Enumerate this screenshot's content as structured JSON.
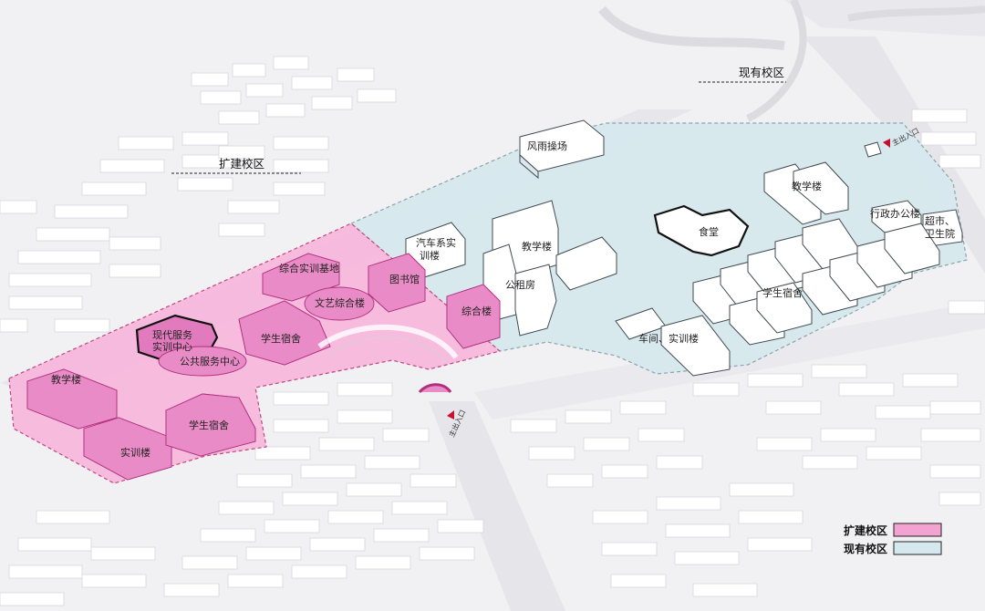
{
  "zones": {
    "existing_title": "现有校区",
    "expansion_title": "扩建校区"
  },
  "entrances": {
    "top_right": "主出入口",
    "bottom_center": "主出入口"
  },
  "buildings_expansion": [
    "综合实训基地",
    "文艺综合楼",
    "图书馆",
    "现代服务",
    "实训中心",
    "公共服务中心",
    "学生宿舍",
    "综合楼",
    "教学楼",
    "实训楼",
    "学生宿舍"
  ],
  "buildings_existing": [
    "风雨操场",
    "汽车系实",
    "训楼",
    "教学楼",
    "公租房",
    "食堂",
    "教学楼",
    "行政办公楼",
    "超市、",
    "卫生院",
    "学生宿舍",
    "车间、实训楼"
  ],
  "legend": {
    "items": [
      {
        "label": "扩建校区",
        "color": "#f2a3d2"
      },
      {
        "label": "现有校区",
        "color": "#d5e8ee"
      }
    ]
  },
  "colors": {
    "expansion_zone": "#f7b6dc",
    "existing_zone": "#d6e8ee",
    "expansion_building": "#e98bc6",
    "background": "#f1f0f3"
  }
}
